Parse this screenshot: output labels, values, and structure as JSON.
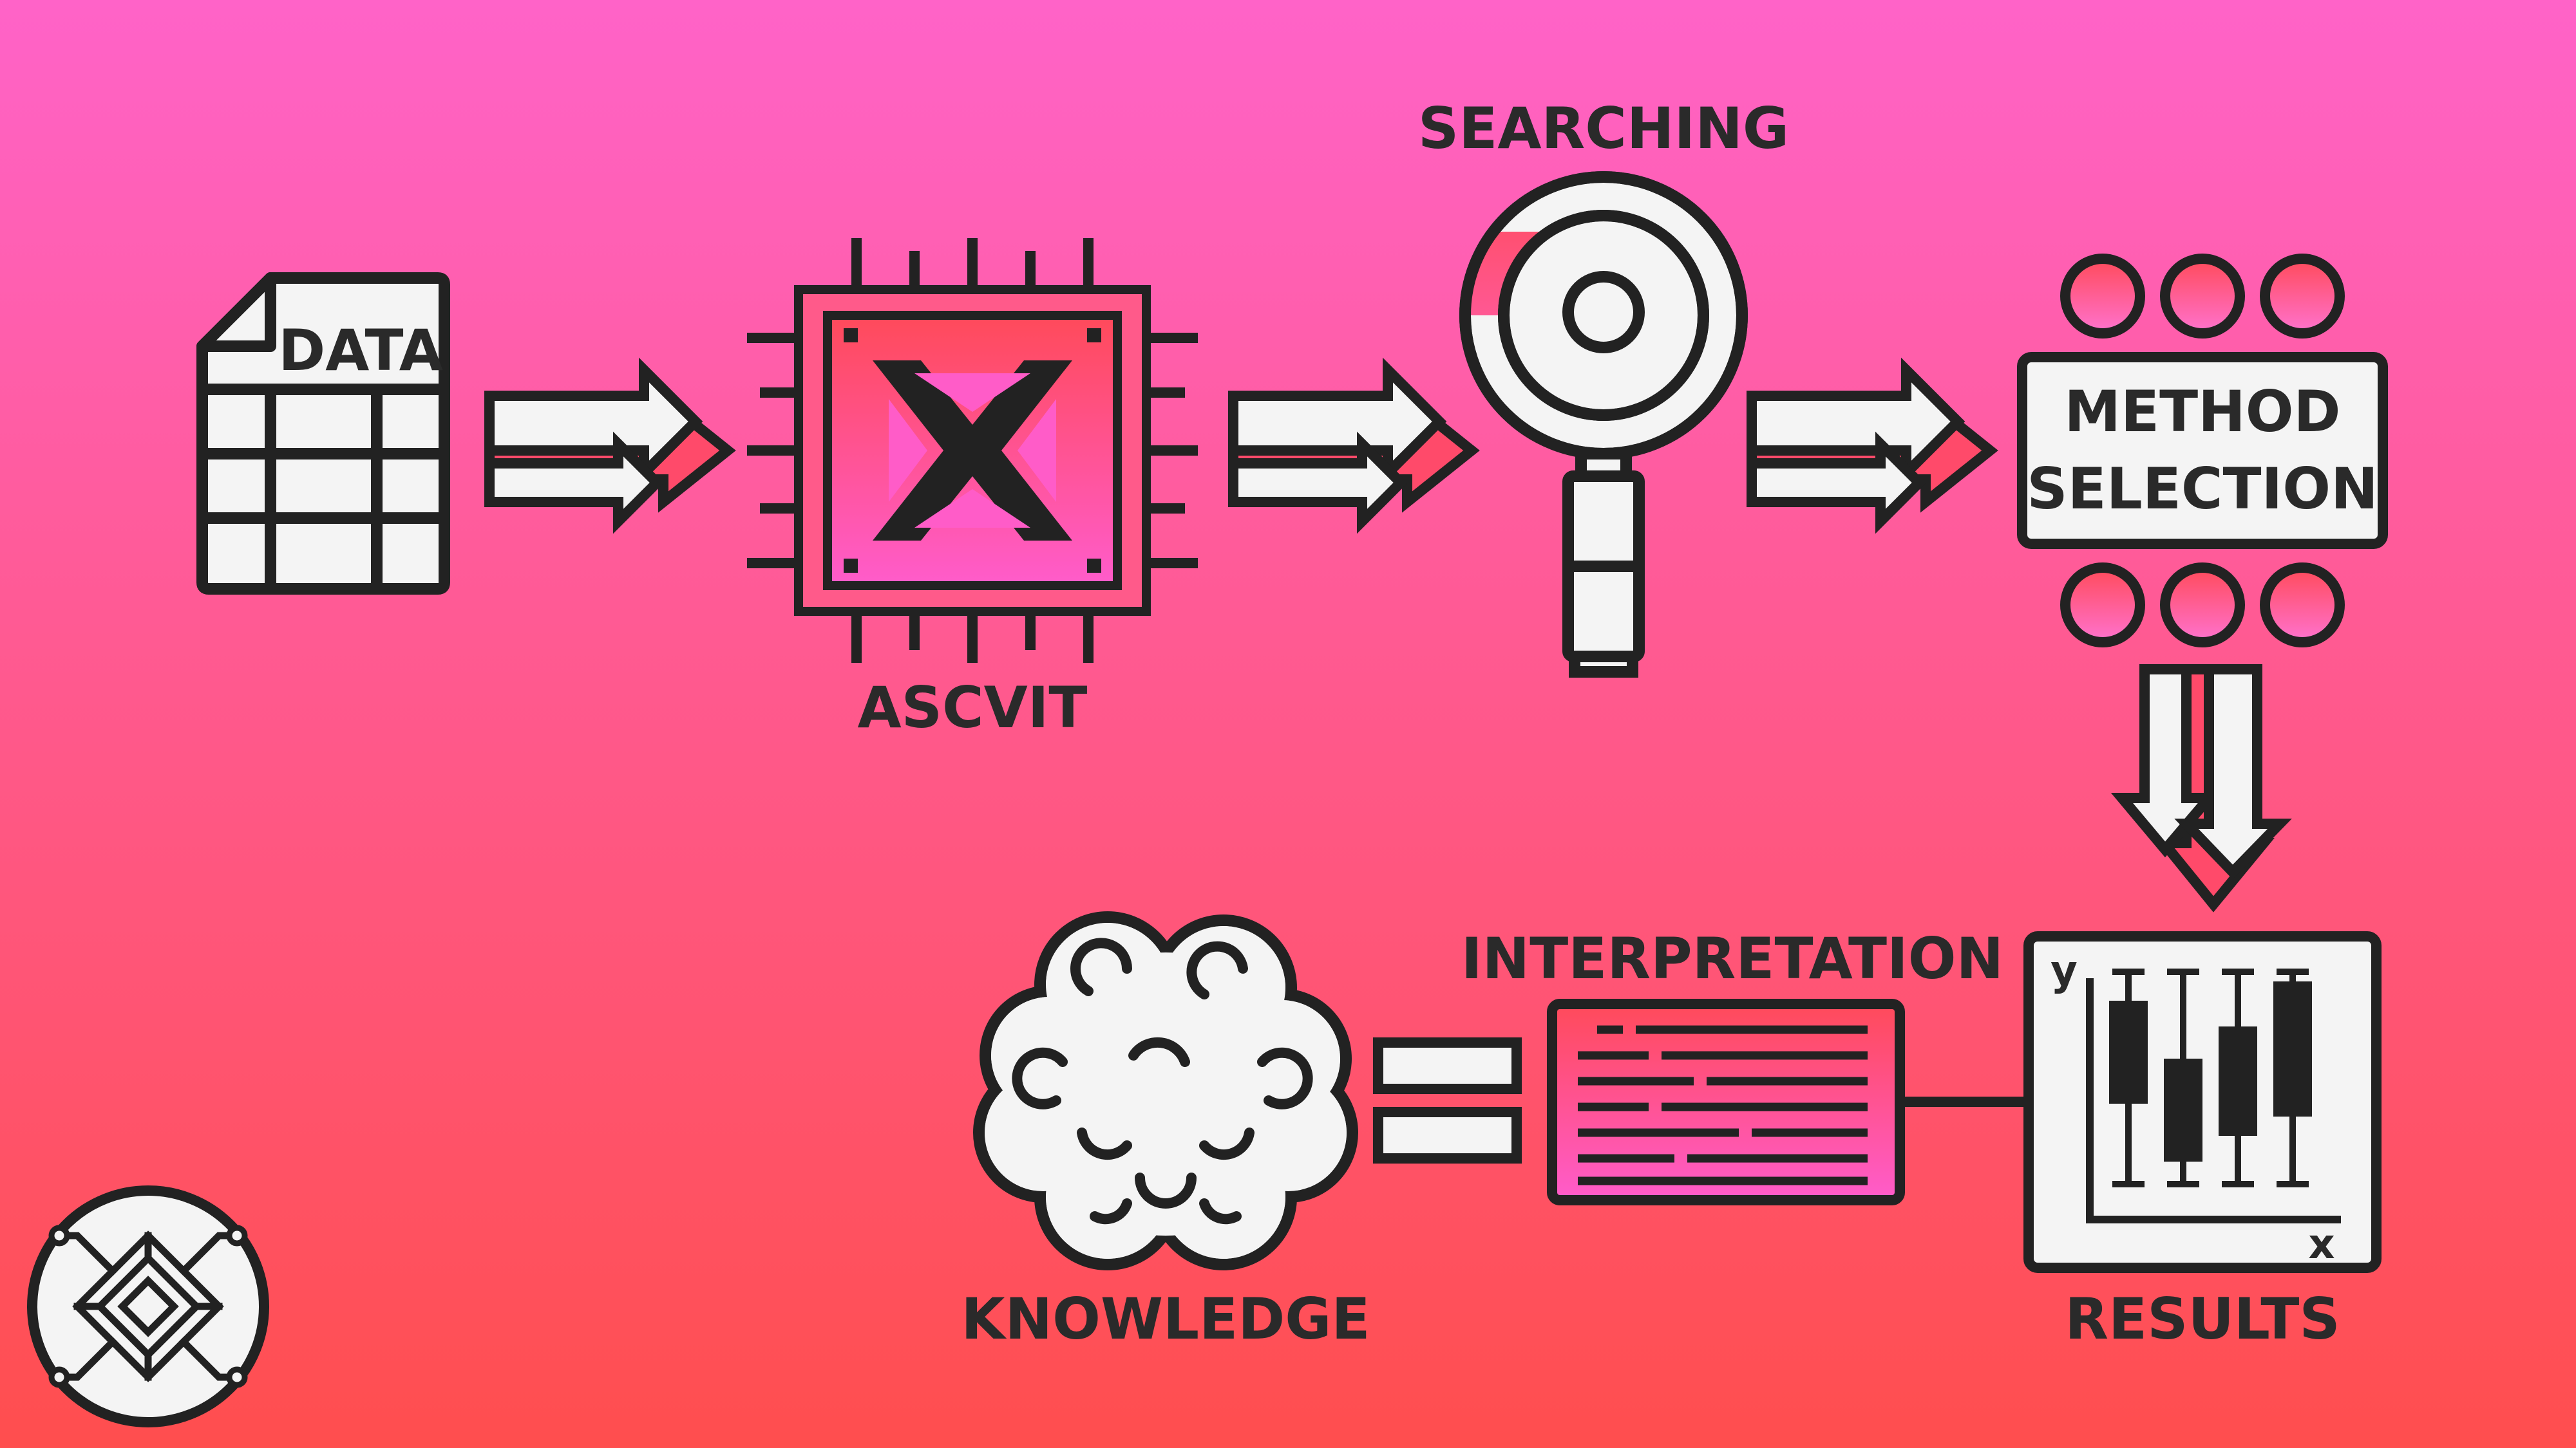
{
  "labels": {
    "data": "DATA",
    "ascvit": "ASCVIT",
    "searching": "SEARCHING",
    "method_line1": "METHOD",
    "method_line2": "SELECTION",
    "results": "RESULTS",
    "interpretation": "INTERPRETATION",
    "knowledge": "KNOWLEDGE",
    "axis_y": "y",
    "axis_x": "x"
  },
  "icons": {
    "data": "spreadsheet-document-icon",
    "ascvit": "processor-chip-icon",
    "searching": "magnifying-glass-icon",
    "method": "selection-panel-icon",
    "results": "candlestick-chart-icon",
    "interpretation": "text-document-icon",
    "knowledge": "brain-icon",
    "logo": "circuit-maze-logo-icon"
  },
  "colors": {
    "bg_top": "#ff63c8",
    "bg_bottom": "#ff4e4e",
    "outline": "#222222",
    "fill_light": "#f4f4f4",
    "accent_red": "#ff4a5a",
    "accent_pink": "#ff5cc8"
  }
}
